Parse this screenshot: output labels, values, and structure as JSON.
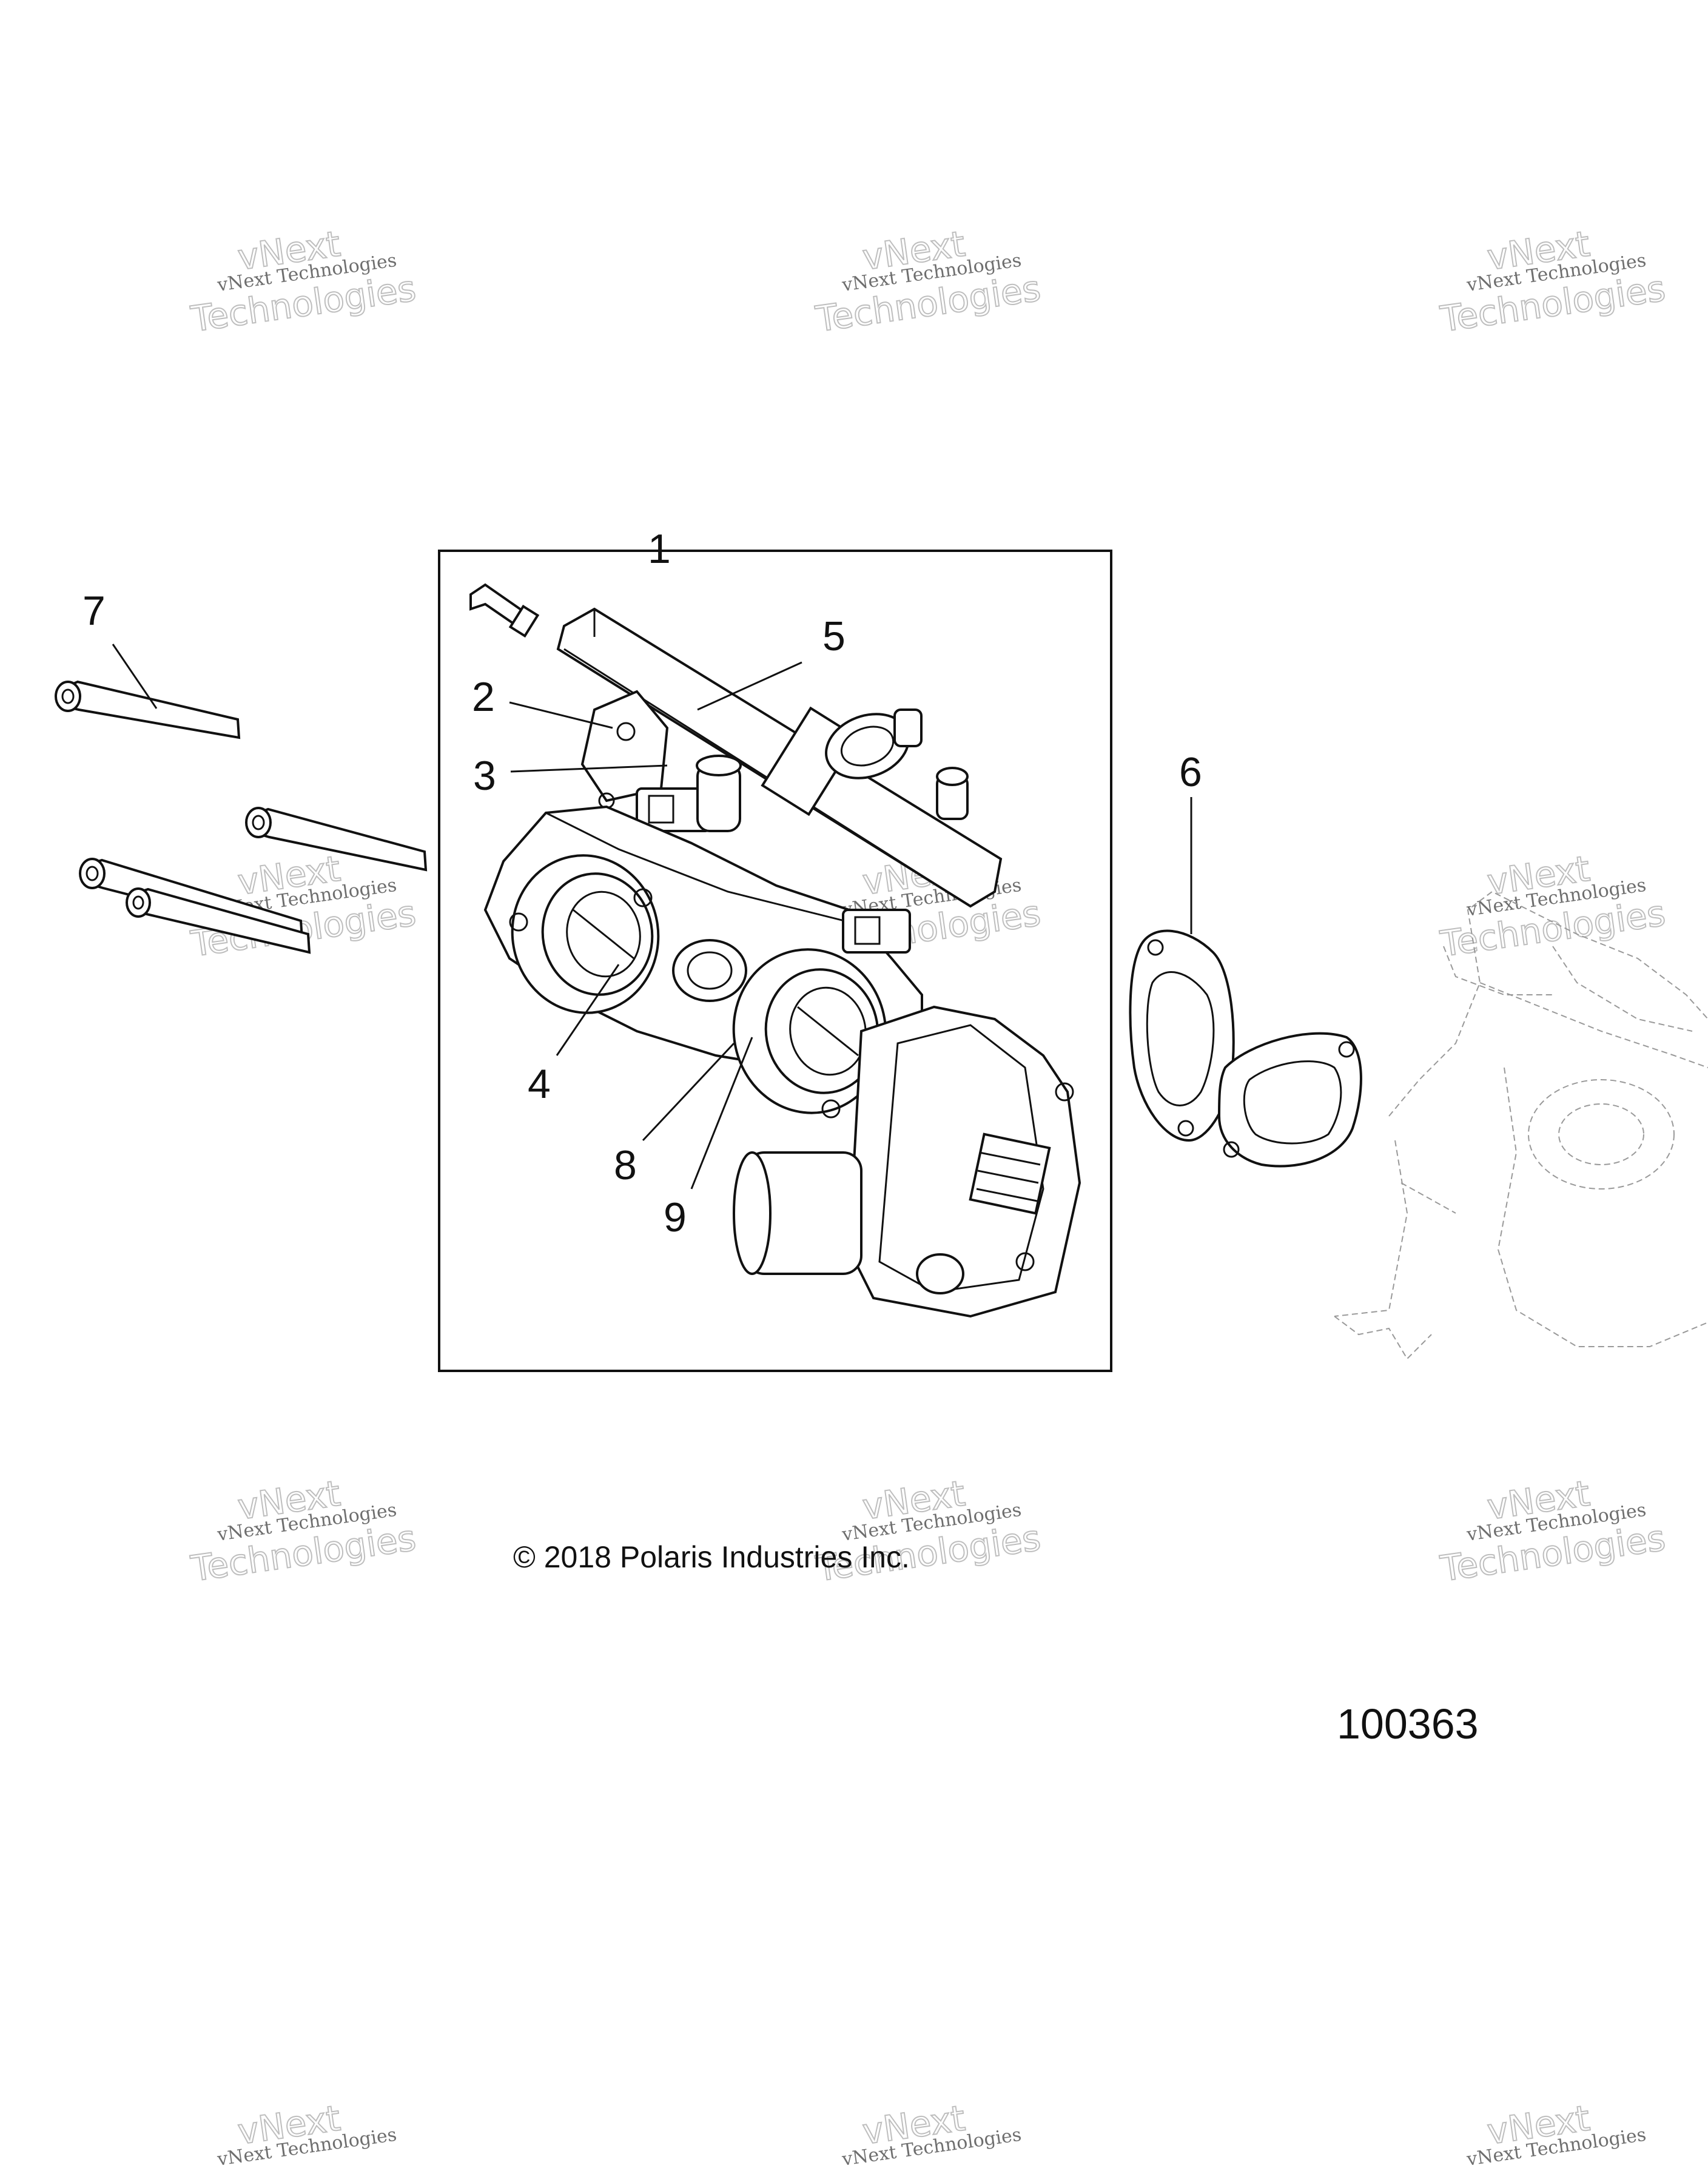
{
  "diagram": {
    "callouts": {
      "c1": "1",
      "c2": "2",
      "c3": "3",
      "c4": "4",
      "c5": "5",
      "c6": "6",
      "c7": "7",
      "c8": "8",
      "c9": "9"
    },
    "copyright": "© 2018 Polaris Industries Inc.",
    "reference_number": "100363"
  },
  "watermark": {
    "line_small": "vNext Technologies",
    "line_big_top": "vNext",
    "line_big_bottom": "Technologies"
  }
}
